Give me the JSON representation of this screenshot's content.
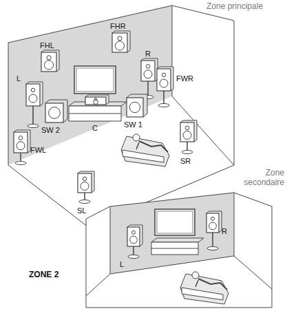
{
  "diagram": {
    "labels": [
      "FHL",
      "FHR",
      "Zone principale",
      "R",
      "FWR",
      "L",
      "SW 2",
      "C",
      "SW 1",
      "FWL",
      "SR",
      "SL",
      "Zone secondaire",
      "R",
      "L",
      "ZONE 2"
    ]
  }
}
